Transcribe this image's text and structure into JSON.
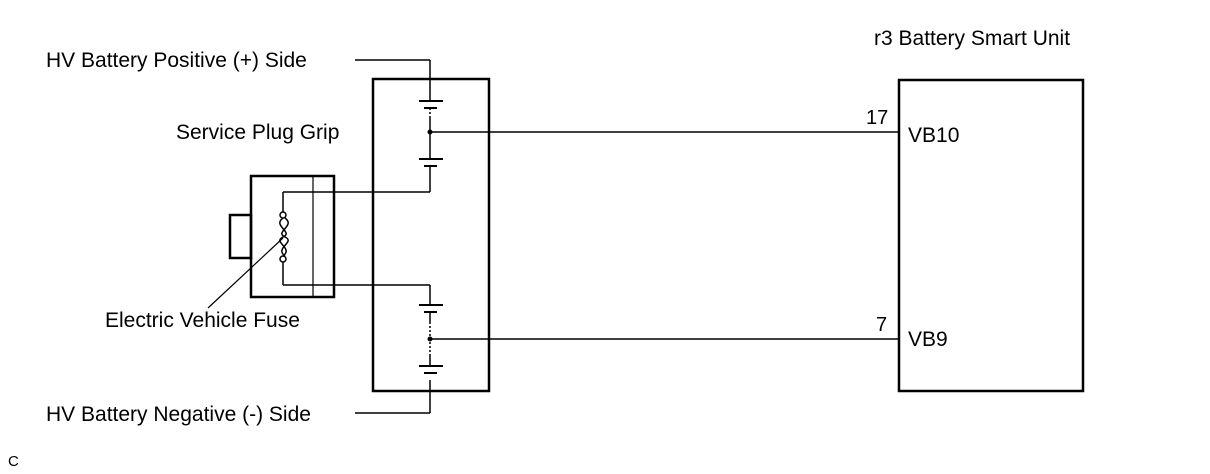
{
  "labels": {
    "hv_positive": "HV Battery Positive (+) Side",
    "hv_negative": "HV Battery Negative (-) Side",
    "service_plug_grip": "Service Plug Grip",
    "electric_vehicle_fuse": "Electric Vehicle Fuse",
    "battery_smart_unit": "r3 Battery Smart Unit"
  },
  "pins": {
    "upper": {
      "number": "17",
      "name": "VB10"
    },
    "lower": {
      "number": "7",
      "name": "VB9"
    }
  },
  "corner_mark": "C"
}
